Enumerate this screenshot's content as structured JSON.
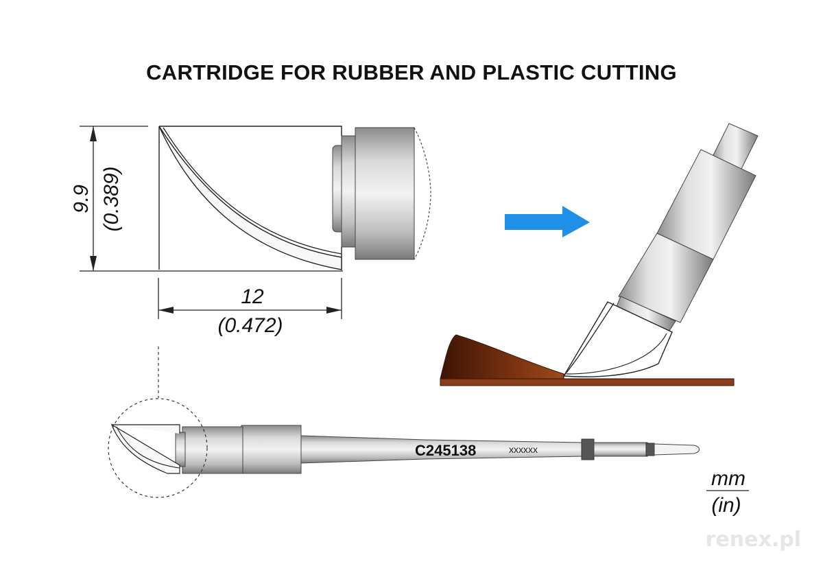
{
  "title": "CARTRIDGE FOR RUBBER AND PLASTIC CUTTING",
  "dimensions": {
    "height_mm": "9.9",
    "height_in": "(0.389)",
    "length_mm": "12",
    "length_in": "(0.472)"
  },
  "part_number": "C245138",
  "serial_mark": "xxxxxx",
  "units": {
    "metric": "mm",
    "imperial": "(in)"
  },
  "watermark": "renex.pl",
  "colors": {
    "arrow": "#1f8fe8",
    "rubber": "#8a3d1a",
    "rubber_dark": "#4a1a08",
    "metal": "#bdbdbd"
  },
  "icons": [
    "arrow-right-icon"
  ]
}
